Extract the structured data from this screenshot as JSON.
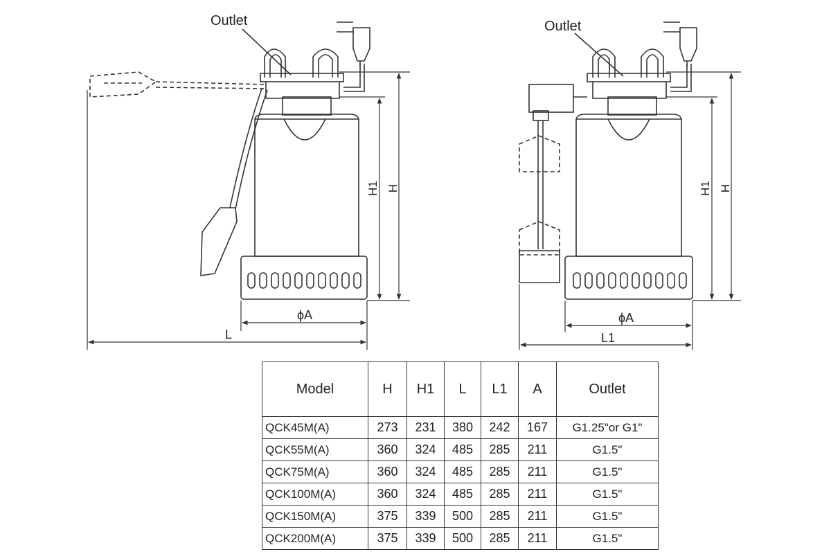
{
  "diagram": {
    "left_view": {
      "outlet_label": "Outlet",
      "dim_h": "H",
      "dim_h1": "H1",
      "dim_diameter": "ϕA",
      "dim_length": "L"
    },
    "right_view": {
      "outlet_label": "Outlet",
      "dim_h": "H",
      "dim_h1": "H1",
      "dim_diameter": "ϕA",
      "dim_length": "L1"
    }
  },
  "table": {
    "headers": [
      "Model",
      "H",
      "H1",
      "L",
      "L1",
      "A",
      "Outlet"
    ],
    "rows": [
      [
        "QCK45M(A)",
        "273",
        "231",
        "380",
        "242",
        "167",
        "G1.25\"or  G1\""
      ],
      [
        "QCK55M(A)",
        "360",
        "324",
        "485",
        "285",
        "211",
        "G1.5\""
      ],
      [
        "QCK75M(A)",
        "360",
        "324",
        "485",
        "285",
        "211",
        "G1.5\""
      ],
      [
        "QCK100M(A)",
        "360",
        "324",
        "485",
        "285",
        "211",
        "G1.5\""
      ],
      [
        "QCK150M(A)",
        "375",
        "339",
        "500",
        "285",
        "211",
        "G1.5\""
      ],
      [
        "QCK200M(A)",
        "375",
        "339",
        "500",
        "285",
        "211",
        "G1.5\""
      ]
    ]
  }
}
